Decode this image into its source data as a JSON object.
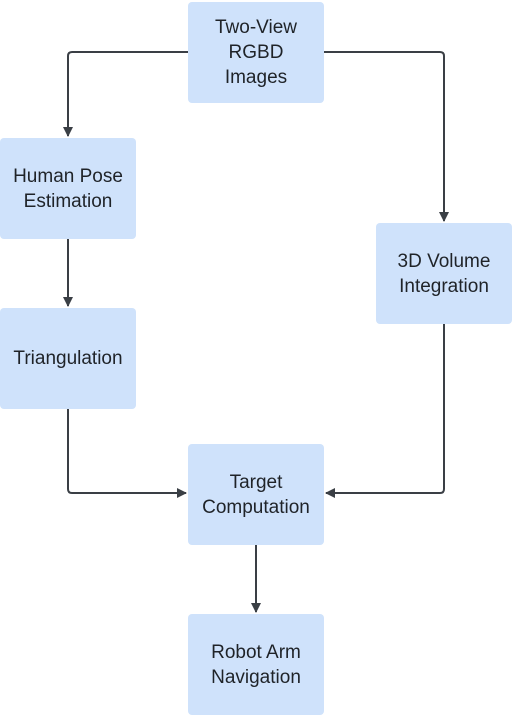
{
  "nodes": {
    "input": "Two-View\nRGBD\nImages",
    "pose": "Human Pose\nEstimation",
    "triangulation": "Triangulation",
    "volume": "3D Volume\nIntegration",
    "target": "Target\nComputation",
    "robot": "Robot Arm\nNavigation"
  },
  "colors": {
    "node_fill": "#cfe2fb",
    "edge": "#3a3f45",
    "text": "#1f2328"
  }
}
